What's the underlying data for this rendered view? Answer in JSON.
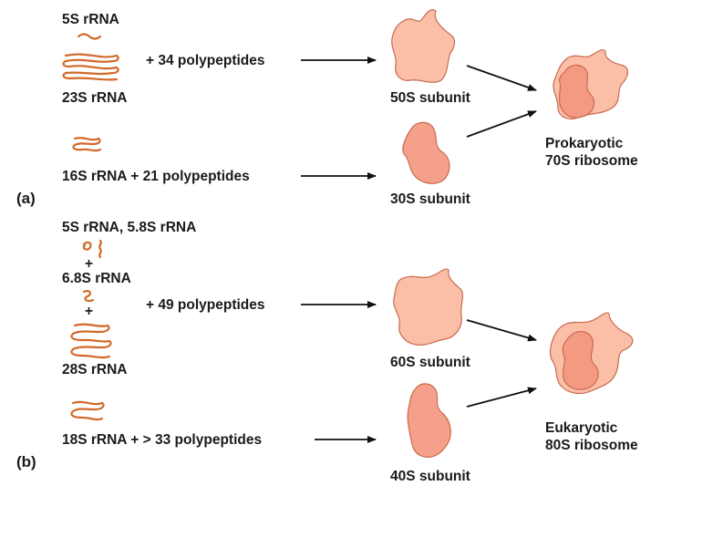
{
  "colors": {
    "rrna": "#d2692a",
    "subunit_fill": "#f5a98f",
    "subunit_light": "#fbc8b4",
    "subunit_stroke": "#c96a4e",
    "arrow": "#111111"
  },
  "panel_a": {
    "label": "(a)",
    "rna_5s": "5S rRNA",
    "rna_23s": "23S rRNA",
    "large_polypeptides": "+ 34 polypeptides",
    "small_input": "16S rRNA + 21 polypeptides",
    "large_subunit": "50S subunit",
    "small_subunit": "30S subunit",
    "ribosome_line1": "Prokaryotic",
    "ribosome_line2": "70S ribosome"
  },
  "panel_b": {
    "label": "(b)",
    "rna_5s_58s": "5S rRNA, 5.8S rRNA",
    "plus1": "+",
    "rna_68s": "6.8S rRNA",
    "plus2": "+",
    "rna_28s": "28S rRNA",
    "large_polypeptides": "+ 49 polypeptides",
    "small_input": "18S rRNA + > 33 polypeptides",
    "large_subunit": "60S subunit",
    "small_subunit": "40S subunit",
    "ribosome_line1": "Eukaryotic",
    "ribosome_line2": "80S ribosome"
  }
}
